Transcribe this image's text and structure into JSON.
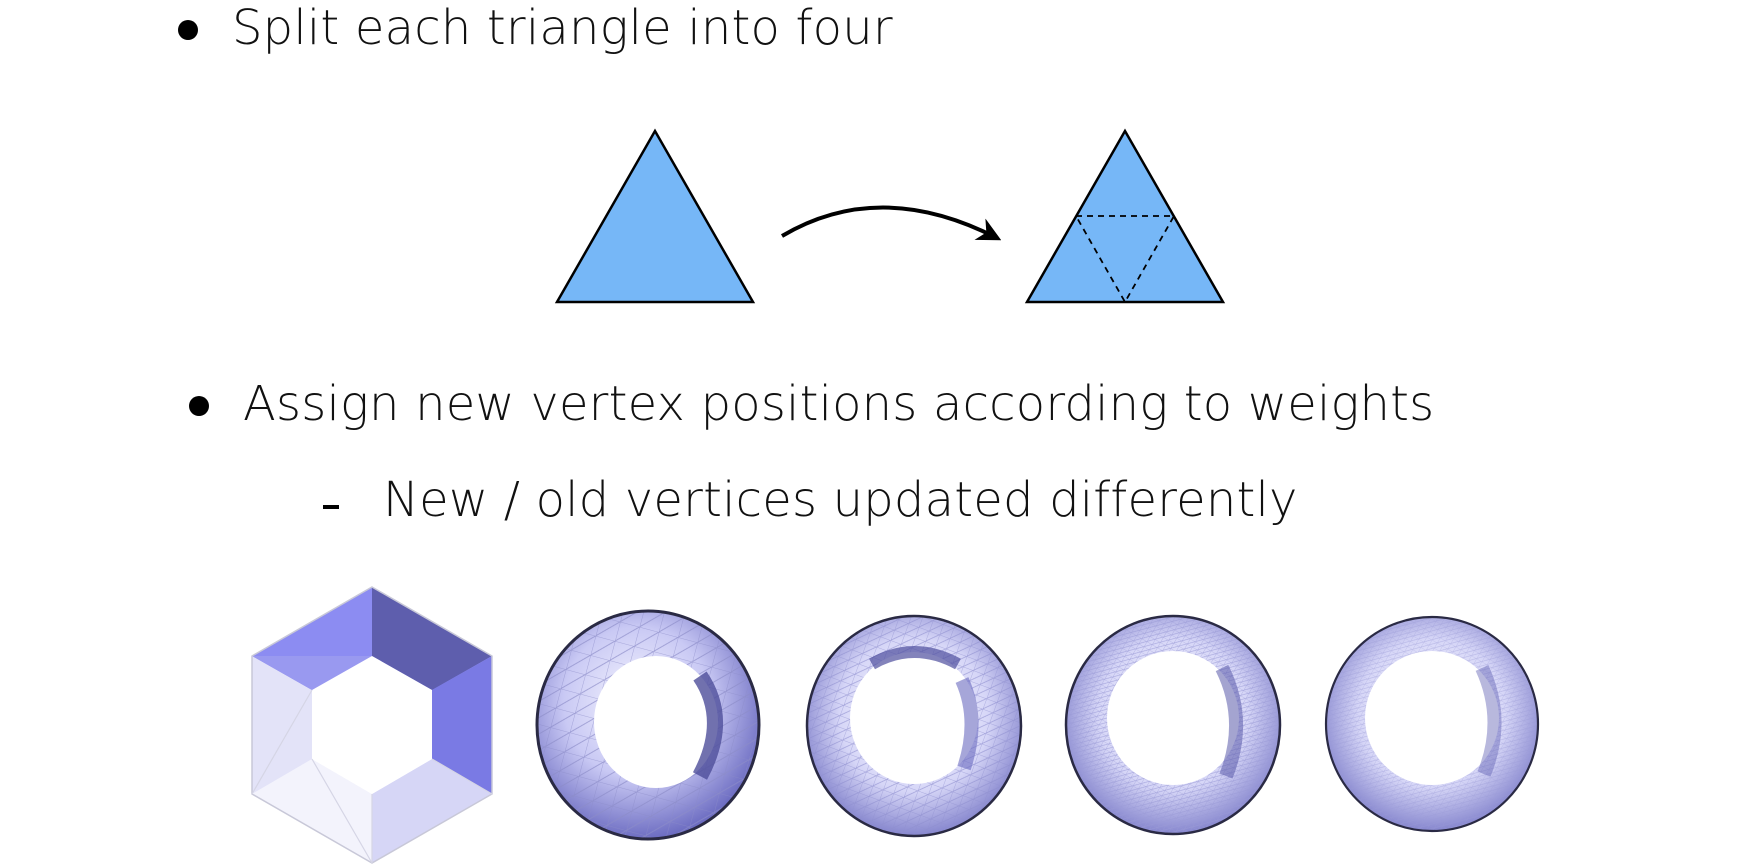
{
  "slide": {
    "bullets": [
      {
        "text": "Split each triangle into four"
      },
      {
        "text": "Assign new vertex positions according to weights",
        "sub": [
          {
            "text": "New / old vertices updated differently"
          }
        ]
      }
    ]
  },
  "colors": {
    "triangle_fill": "#76b7f7",
    "outline": "#000000",
    "mesh_light": "#e8e8fa",
    "mesh_mid": "#a7a7f2",
    "mesh_dark": "#5c5cb0"
  },
  "figures": {
    "subdivision_steps": 5
  }
}
